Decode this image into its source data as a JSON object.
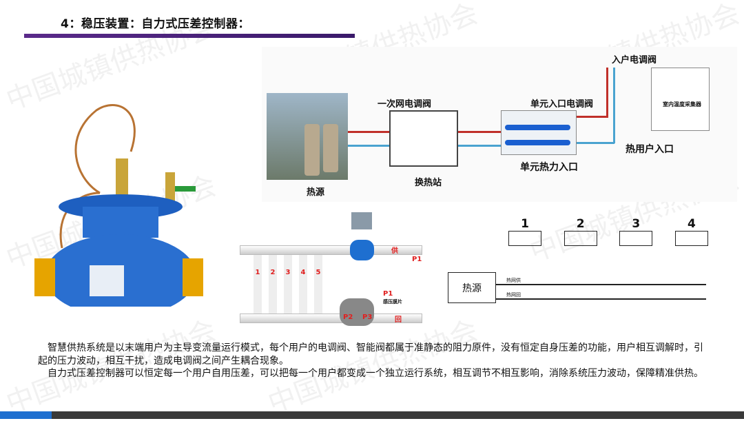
{
  "title": "4：稳压装置：自力式压差控制器：",
  "watermark": "中国城镇供热协会",
  "flow_diagram": {
    "heat_source": "热源",
    "primary_valve": "一次网电调阀",
    "station": "换热站",
    "unit_valve": "单元入口电调阀",
    "unit_entry": "单元热力入口",
    "household_valve": "入户电调阀",
    "temp_collector": "室内温度采集器",
    "household_entry": "热用户入口"
  },
  "valve_diagram": {
    "supply": "供",
    "return": "回",
    "p1": "P1",
    "p1b": "P1",
    "p2": "P2",
    "p3": "P3",
    "membrane": "感压膜片",
    "branches": [
      "1",
      "2",
      "3",
      "4",
      "5"
    ]
  },
  "schematic": {
    "heat_source": "热源",
    "supply_line": "热网供",
    "return_line": "热网回",
    "users": [
      "1",
      "2",
      "3",
      "4"
    ]
  },
  "paragraphs": [
    "智慧供热系统是以末端用户为主导变流量运行模式，每个用户的电调阀、智能阀都属于准静态的阻力原件，没有恒定自身压差的功能，用户相互调解时，引起的压力波动，相互干扰，造成电调阀之间产生耦合现象。",
    "自力式压差控制器可以恒定每一个用户自用压差，可以把每一个用户都变成一个独立运行系统，相互调节不相互影响，消除系统压力波动，保障精准供热。"
  ]
}
